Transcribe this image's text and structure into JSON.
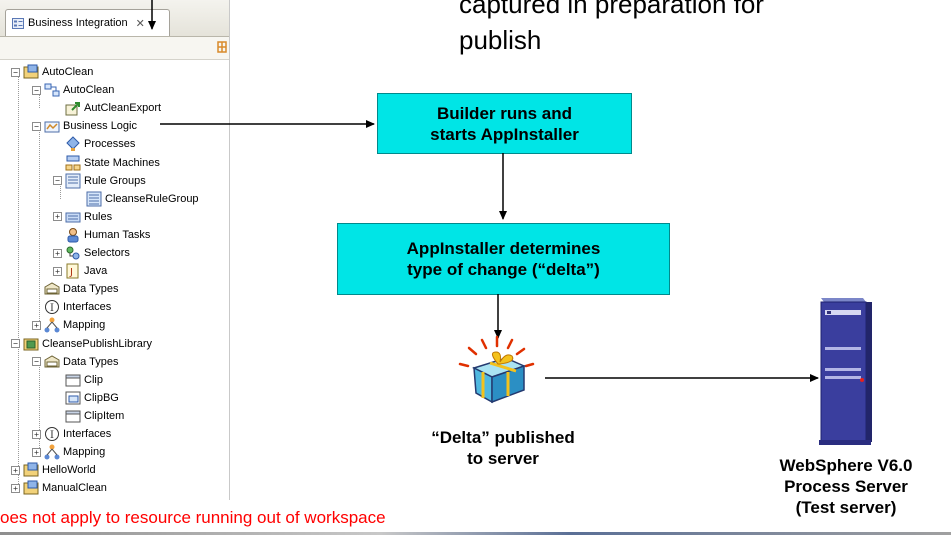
{
  "view": {
    "tab_label": "Business Integration",
    "tab_close": "✕"
  },
  "tree": {
    "items": [
      {
        "label": "AutoClean",
        "icon": "project-icon",
        "expander": "−"
      },
      {
        "label": "AutoClean",
        "icon": "module-assembly-icon",
        "expander": "−"
      },
      {
        "label": "AutClean​Export",
        "icon": "export-icon",
        "expander": ""
      },
      {
        "label": "Business Logic",
        "icon": "business-logic-icon",
        "expander": "−"
      },
      {
        "label": "Processes",
        "icon": "process-icon",
        "expander": ""
      },
      {
        "label": "State Machines",
        "icon": "state-machine-icon",
        "expander": ""
      },
      {
        "label": "Rule Groups",
        "icon": "rule-groups-icon",
        "expander": "−"
      },
      {
        "label": "CleanseRuleGroup",
        "icon": "rule-group-icon",
        "expander": ""
      },
      {
        "label": "Rules",
        "icon": "rules-icon",
        "expander": "+"
      },
      {
        "label": "Human Tasks",
        "icon": "human-task-icon",
        "expander": ""
      },
      {
        "label": "Selectors",
        "icon": "selector-icon",
        "expander": "+"
      },
      {
        "label": "Java",
        "icon": "java-icon",
        "expander": "+"
      },
      {
        "label": "Data Types",
        "icon": "data-types-icon",
        "expander": ""
      },
      {
        "label": "Interfaces",
        "icon": "interface-icon",
        "expander": ""
      },
      {
        "label": "Mapping",
        "icon": "mapping-icon",
        "expander": "+"
      },
      {
        "label": "CleansePublishLibrary",
        "icon": "library-icon",
        "expander": "−"
      },
      {
        "label": "Data Types",
        "icon": "data-types-icon",
        "expander": "−"
      },
      {
        "label": "Clip",
        "icon": "business-object-icon",
        "expander": ""
      },
      {
        "label": "ClipBG",
        "icon": "business-graph-icon",
        "expander": ""
      },
      {
        "label": "ClipItem",
        "icon": "business-object-icon",
        "expander": ""
      },
      {
        "label": "Interfaces",
        "icon": "interface-icon",
        "expander": "+"
      },
      {
        "label": "Mapping",
        "icon": "mapping-icon",
        "expander": "+"
      },
      {
        "label": "HelloWorld",
        "icon": "project-icon",
        "expander": "+"
      },
      {
        "label": "ManualClean",
        "icon": "project-icon",
        "expander": "+"
      }
    ]
  },
  "diagram": {
    "caption_lines": [
      "captured in preparation for",
      "publish"
    ],
    "box_builder": [
      "Builder runs and",
      "starts AppInstaller"
    ],
    "box_appinstaller": [
      "AppInstaller determines",
      "type of change (“delta”)"
    ],
    "gift_label": [
      "“Delta” published",
      "to server"
    ],
    "server_label": [
      "WebSphere V6.0",
      "Process Server",
      "(Test server)"
    ],
    "footnote": "oes not apply to resource running out of workspace"
  },
  "colors": {
    "box_fill": "#00e5e6",
    "footnote": "#ff0000"
  }
}
